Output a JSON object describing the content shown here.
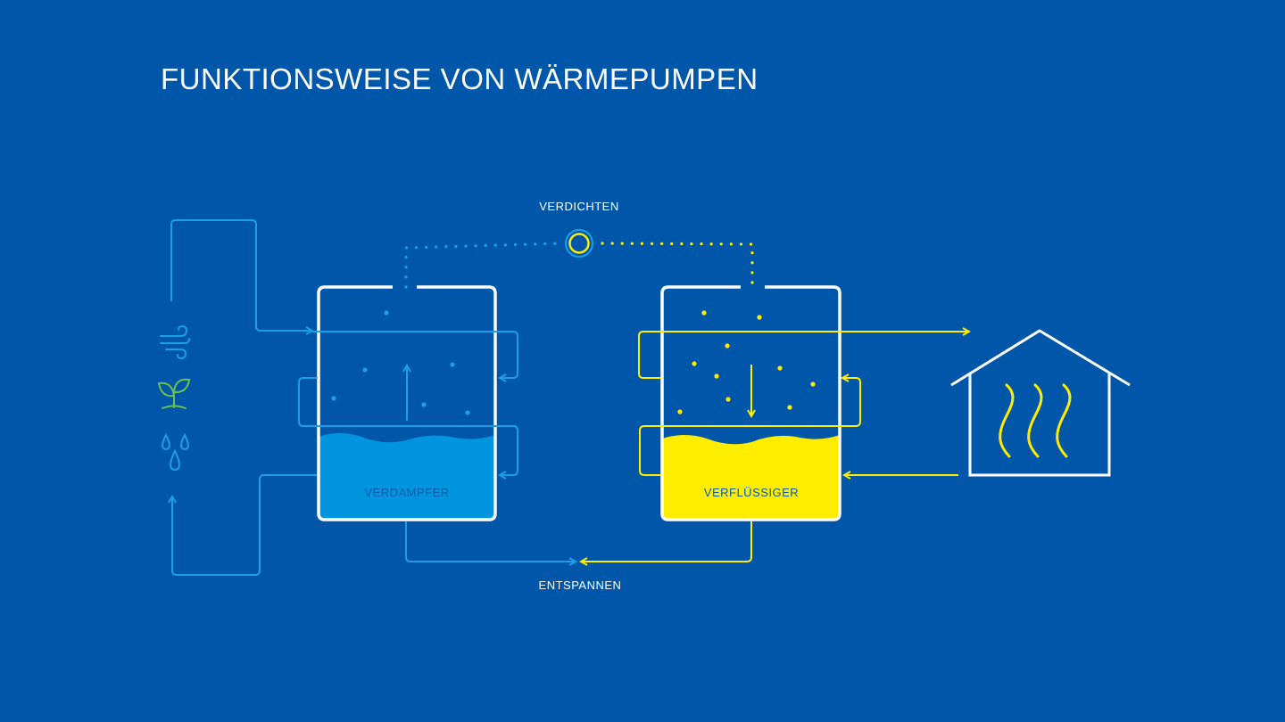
{
  "title": "FUNKTIONSWEISE VON WÄRMEPUMPEN",
  "labels": {
    "compress": "VERDICHTEN",
    "expand": "ENTSPANNEN",
    "evaporator": "VERDAMPFER",
    "condenser": "VERFLÜSSIGER"
  },
  "sources": [
    {
      "name": "air",
      "icon": "wind-icon"
    },
    {
      "name": "ground",
      "icon": "plant-icon"
    },
    {
      "name": "water",
      "icon": "water-drops-icon"
    }
  ],
  "colors": {
    "background": "#0057aa",
    "cold": "#1e9ee6",
    "cold_fill": "#0095de",
    "warm": "#ffed00",
    "outline": "#ffffff",
    "plant": "#6fc14a"
  }
}
